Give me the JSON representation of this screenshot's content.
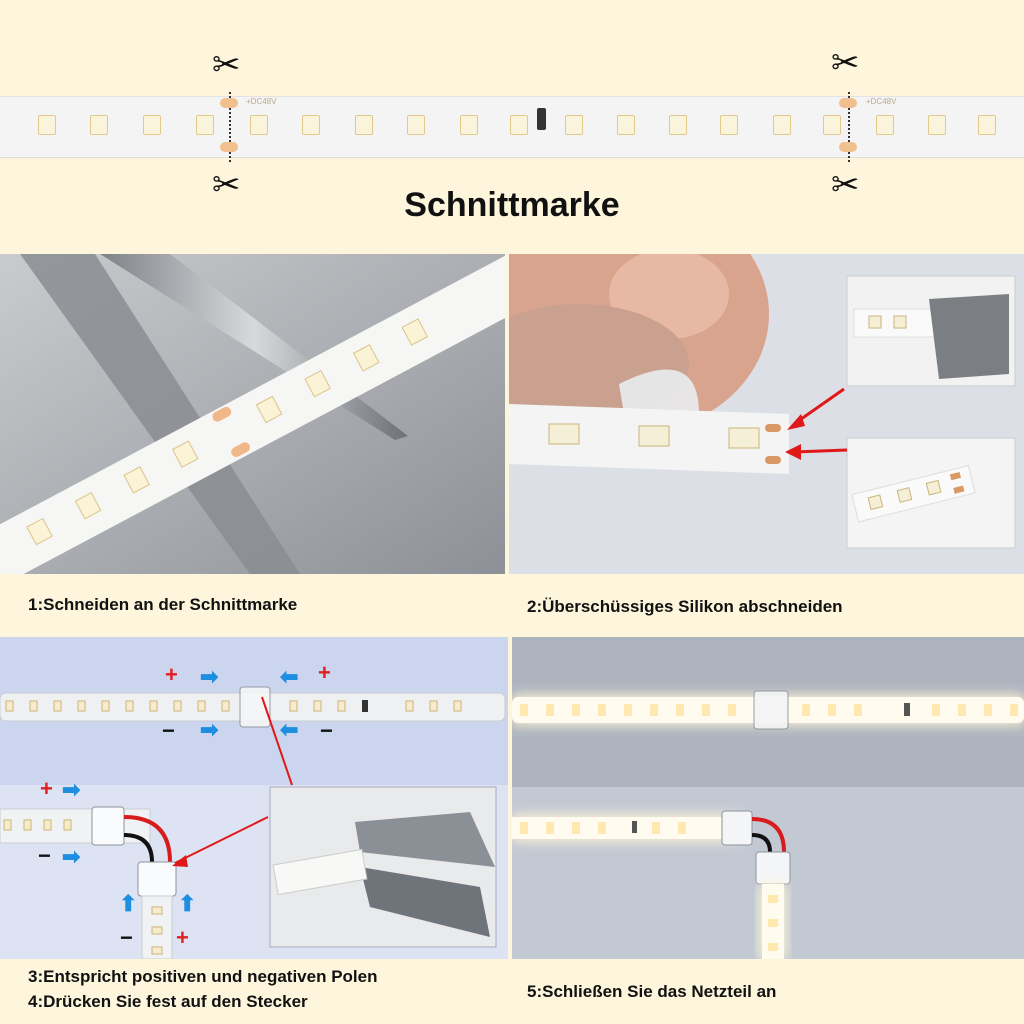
{
  "header": {
    "title": "Schnittmarke",
    "strip_voltage_label": "+DC48V",
    "cut_icon": "scissors-icon"
  },
  "steps": [
    {
      "caption": "1:Schneiden an der Schnittmarke"
    },
    {
      "caption": "2:Überschüssiges Silikon abschneiden"
    },
    {
      "caption": "3:Entspricht positiven und negativen Polen"
    },
    {
      "caption": "4:Drücken Sie fest auf den Stecker"
    },
    {
      "caption": "5:Schließen Sie das Netzteil an"
    }
  ],
  "polarity": {
    "plus": "+",
    "minus": "−",
    "plus_color": "#e02020",
    "arrow_color": "#1e8fe0"
  },
  "colors": {
    "background": "#fdf6dc",
    "pad": "#f0c18e",
    "panel_bg_blue": "#c9d4ee",
    "panel_bg_gray": "#b8bec8"
  }
}
